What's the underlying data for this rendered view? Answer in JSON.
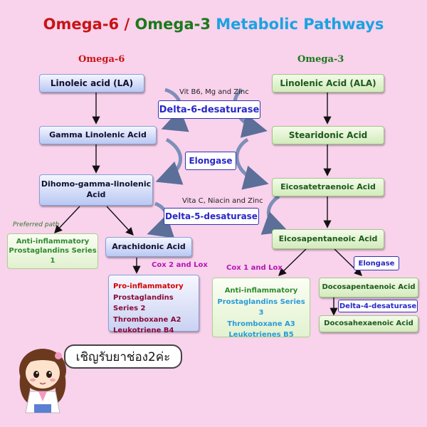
{
  "title": {
    "part1": "Omega-6",
    "sep": " / ",
    "part2": "Omega-3",
    "part3": " Metabolic Pathways"
  },
  "colors": {
    "omega6": "#c81414",
    "omega3": "#1a7a1a",
    "pathways": "#1aa3e0",
    "enzyme": "#2828c8",
    "cox": "#b316b3"
  },
  "omega6": {
    "heading": "Omega-6",
    "la": "Linoleic acid (LA)",
    "gla": "Gamma Linolenic Acid",
    "dgla_1": "Dihomo-gamma-linolenic",
    "dgla_2": "Acid",
    "aa": "Arachidonic Acid",
    "preferred": "Preferred path",
    "anti_1": "Anti-inflammatory",
    "anti_2": "Prostaglandins Series 1",
    "cox": "Cox 2 and Lox",
    "pro": [
      "Pro-inflammatory",
      "Prostaglandins Series 2",
      "Thromboxane A2",
      "Leukotriene B4"
    ]
  },
  "omega3": {
    "heading": "Omega-3",
    "ala": "Linolenic Acid (ALA)",
    "sda": "Stearidonic Acid",
    "eta": "Eicosatetraenoic Acid",
    "epa": "Eicosapentaneoic Acid",
    "cox": "Cox 1 and Lox",
    "anti": [
      "Anti-inflammatory",
      "Prostaglandins Series 3",
      "Thromboxane A3",
      "Leukotrienes B5"
    ],
    "elongase": "Elongase",
    "dpa": "Docosapentaenoic Acid",
    "d4d": "Delta-4-desaturase",
    "dha": "Docosahexaenoic Acid"
  },
  "enzymes": {
    "cof1": "Vit B6, Mg and Zinc",
    "d6d": "Delta-6-desaturase",
    "elongase": "Elongase",
    "cof2": "Vita C, Niacin and Zinc",
    "d5d": "Delta-5-desaturase"
  },
  "bubble": "เชิญรับยาช่อง2ค่ะ",
  "icons": {
    "mascot": "pharmacist-girl-icon"
  }
}
